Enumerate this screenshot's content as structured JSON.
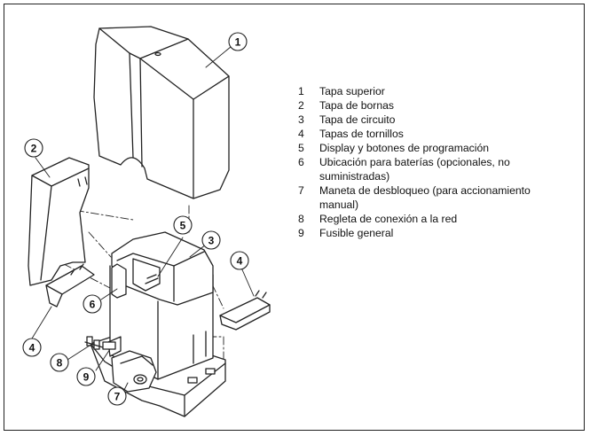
{
  "diagram": {
    "callouts": [
      "1",
      "2",
      "3",
      "4",
      "4",
      "5",
      "6",
      "7",
      "8",
      "9"
    ],
    "legend": [
      {
        "num": "1",
        "text": "Tapa superior"
      },
      {
        "num": "2",
        "text": "Tapa de bornas"
      },
      {
        "num": "3",
        "text": "Tapa de circuito"
      },
      {
        "num": "4",
        "text": "Tapas de tornillos"
      },
      {
        "num": "5",
        "text": "Display y botones de programación"
      },
      {
        "num": "6",
        "text": "Ubicación para baterías (opcionales, no suministradas)"
      },
      {
        "num": "7",
        "text": "Maneta de desbloqueo (para accionamiento manual)"
      },
      {
        "num": "8",
        "text": "Regleta de conexión a la red"
      },
      {
        "num": "9",
        "text": "Fusible general"
      }
    ]
  }
}
